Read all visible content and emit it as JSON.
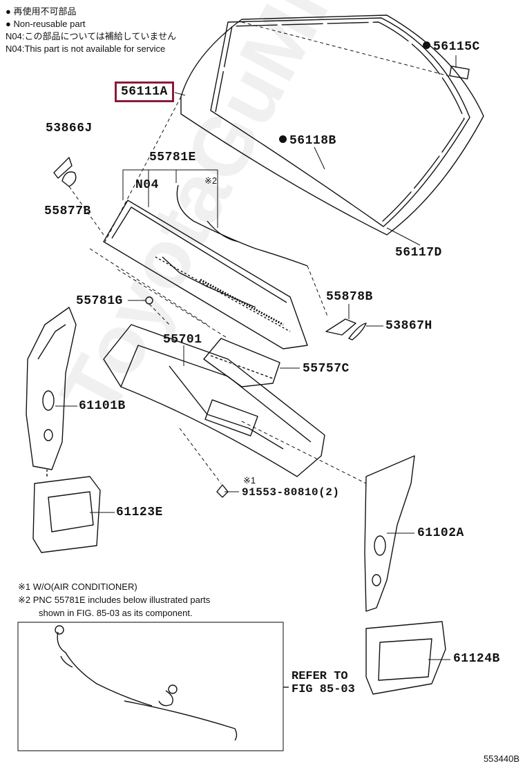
{
  "notes": {
    "non_reusable_jp": "再使用不可部品",
    "non_reusable_en": "Non-reusable part",
    "n04_jp": "N04:この部品については補給していません",
    "n04_en": "N04:This part is not available for service"
  },
  "parts": {
    "p56111A": "56111A",
    "p56115C": "56115C",
    "p56118B": "56118B",
    "p56117D": "56117D",
    "p53866J": "53866J",
    "p55877B": "55877B",
    "p55781E": "55781E",
    "pN04": "N04",
    "pRef2": "※2",
    "p55781G": "55781G",
    "p55878B": "55878B",
    "p53867H": "53867H",
    "p55701": "55701",
    "p55757C": "55757C",
    "p61101B": "61101B",
    "p61123E": "61123E",
    "pRef1": "※1",
    "p91553": "91553-80810(2)",
    "p61102A": "61102A",
    "p61124B": "61124B"
  },
  "footnotes": {
    "f1": "※1 W/O(AIR CONDITIONER)",
    "f2a": "※2 PNC 55781E includes below illustrated parts",
    "f2b": "shown in FIG. 85-03 as its component."
  },
  "refer": {
    "line1": "REFER TO",
    "line2": "FIG 85-03"
  },
  "diagram_id": "553440B",
  "watermark": "ToyotaGuMine.ru",
  "colors": {
    "highlight": "#8b1a3a",
    "line": "#111111"
  }
}
